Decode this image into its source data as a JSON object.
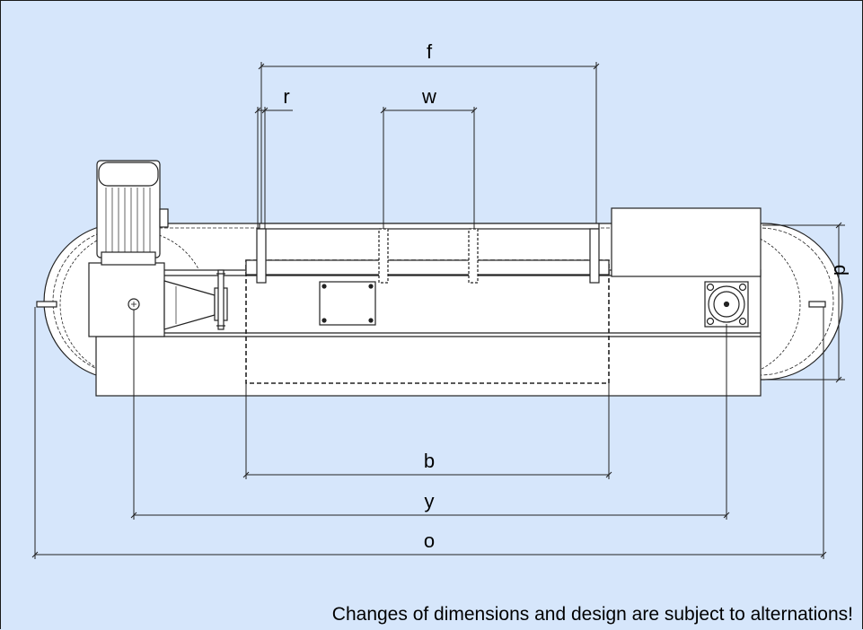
{
  "dimensions": {
    "f": "f",
    "r": "r",
    "w": "w",
    "d": "d",
    "b": "b",
    "y": "y",
    "o": "o"
  },
  "note": "Changes of dimensions and design are subject to alternations!",
  "colors": {
    "background": "#d6e6fb",
    "machine_fill": "#ffffff",
    "line": "#222222"
  }
}
